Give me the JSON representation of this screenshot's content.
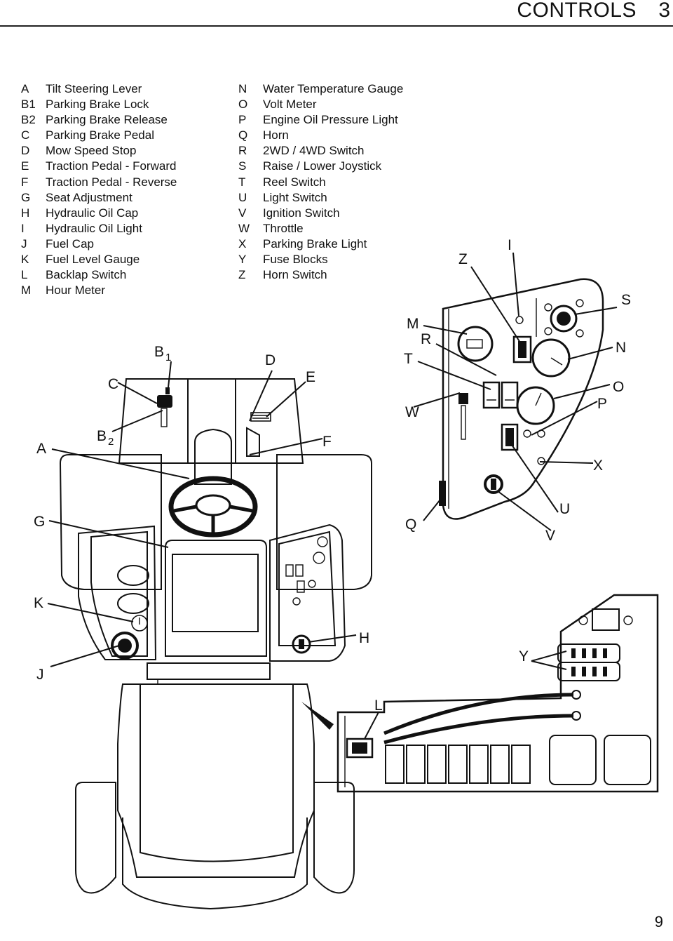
{
  "header": {
    "title": "CONTROLS",
    "number": "3"
  },
  "legend_left": [
    {
      "key": "A",
      "label": "Tilt Steering Lever"
    },
    {
      "key": "B1",
      "label": "Parking Brake Lock"
    },
    {
      "key": "B2",
      "label": "Parking Brake Release"
    },
    {
      "key": "C",
      "label": "Parking Brake Pedal"
    },
    {
      "key": "D",
      "label": "Mow Speed Stop"
    },
    {
      "key": "E",
      "label": "Traction Pedal - Forward"
    },
    {
      "key": "F",
      "label": "Traction Pedal - Reverse"
    },
    {
      "key": "G",
      "label": "Seat Adjustment"
    },
    {
      "key": "H",
      "label": "Hydraulic Oil Cap"
    },
    {
      "key": "I",
      "label": "Hydraulic Oil Light"
    },
    {
      "key": "J",
      "label": "Fuel Cap"
    },
    {
      "key": "K",
      "label": "Fuel Level Gauge"
    },
    {
      "key": "L",
      "label": "Backlap Switch"
    },
    {
      "key": "M",
      "label": "Hour Meter"
    }
  ],
  "legend_right": [
    {
      "key": "N",
      "label": "Water Temperature Gauge"
    },
    {
      "key": "O",
      "label": "Volt Meter"
    },
    {
      "key": "P",
      "label": "Engine Oil Pressure Light"
    },
    {
      "key": "Q",
      "label": "Horn"
    },
    {
      "key": "R",
      "label": "2WD / 4WD Switch"
    },
    {
      "key": "S",
      "label": "Raise / Lower Joystick"
    },
    {
      "key": "T",
      "label": "Reel Switch"
    },
    {
      "key": "U",
      "label": "Light Switch"
    },
    {
      "key": "V",
      "label": "Ignition Switch"
    },
    {
      "key": "W",
      "label": "Throttle"
    },
    {
      "key": "X",
      "label": "Parking Brake Light"
    },
    {
      "key": "Y",
      "label": "Fuse Blocks"
    },
    {
      "key": "Z",
      "label": "Horn Switch"
    }
  ],
  "callouts": {
    "A": "A",
    "B1_main": "B",
    "B1_sub": "1",
    "B2_main": "B",
    "B2_sub": "2",
    "C": "C",
    "D": "D",
    "E": "E",
    "F": "F",
    "G": "G",
    "H": "H",
    "I": "I",
    "J": "J",
    "K": "K",
    "L": "L",
    "M": "M",
    "N": "N",
    "O": "O",
    "P": "P",
    "Q": "Q",
    "R": "R",
    "S": "S",
    "T": "T",
    "U": "U",
    "V": "V",
    "W": "W",
    "X": "X",
    "Y": "Y",
    "Z": "Z"
  },
  "page_number": "9"
}
